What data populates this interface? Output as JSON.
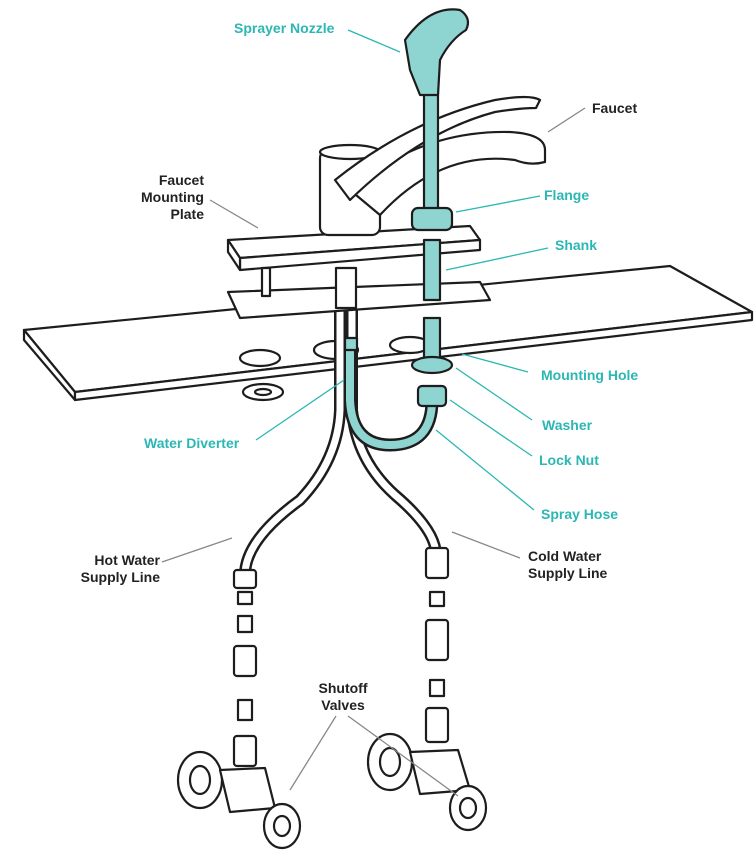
{
  "colors": {
    "accent": "#2bb7b3",
    "part_fill": "#8ed4d0",
    "outline": "#1d1d1d",
    "label_dark": "#222222",
    "leader_gray": "#888888"
  },
  "labels": {
    "sprayer_nozzle": "Sprayer Nozzle",
    "faucet": "Faucet",
    "faucet_mounting_plate": "Faucet\nMounting\nPlate",
    "flange": "Flange",
    "shank": "Shank",
    "mounting_hole": "Mounting Hole",
    "washer": "Washer",
    "lock_nut": "Lock Nut",
    "water_diverter": "Water Diverter",
    "spray_hose": "Spray Hose",
    "hot_water_supply_line": "Hot Water\nSupply Line",
    "cold_water_supply_line": "Cold Water\nSupply Line",
    "shutoff_valves": "Shutoff\nValves"
  }
}
